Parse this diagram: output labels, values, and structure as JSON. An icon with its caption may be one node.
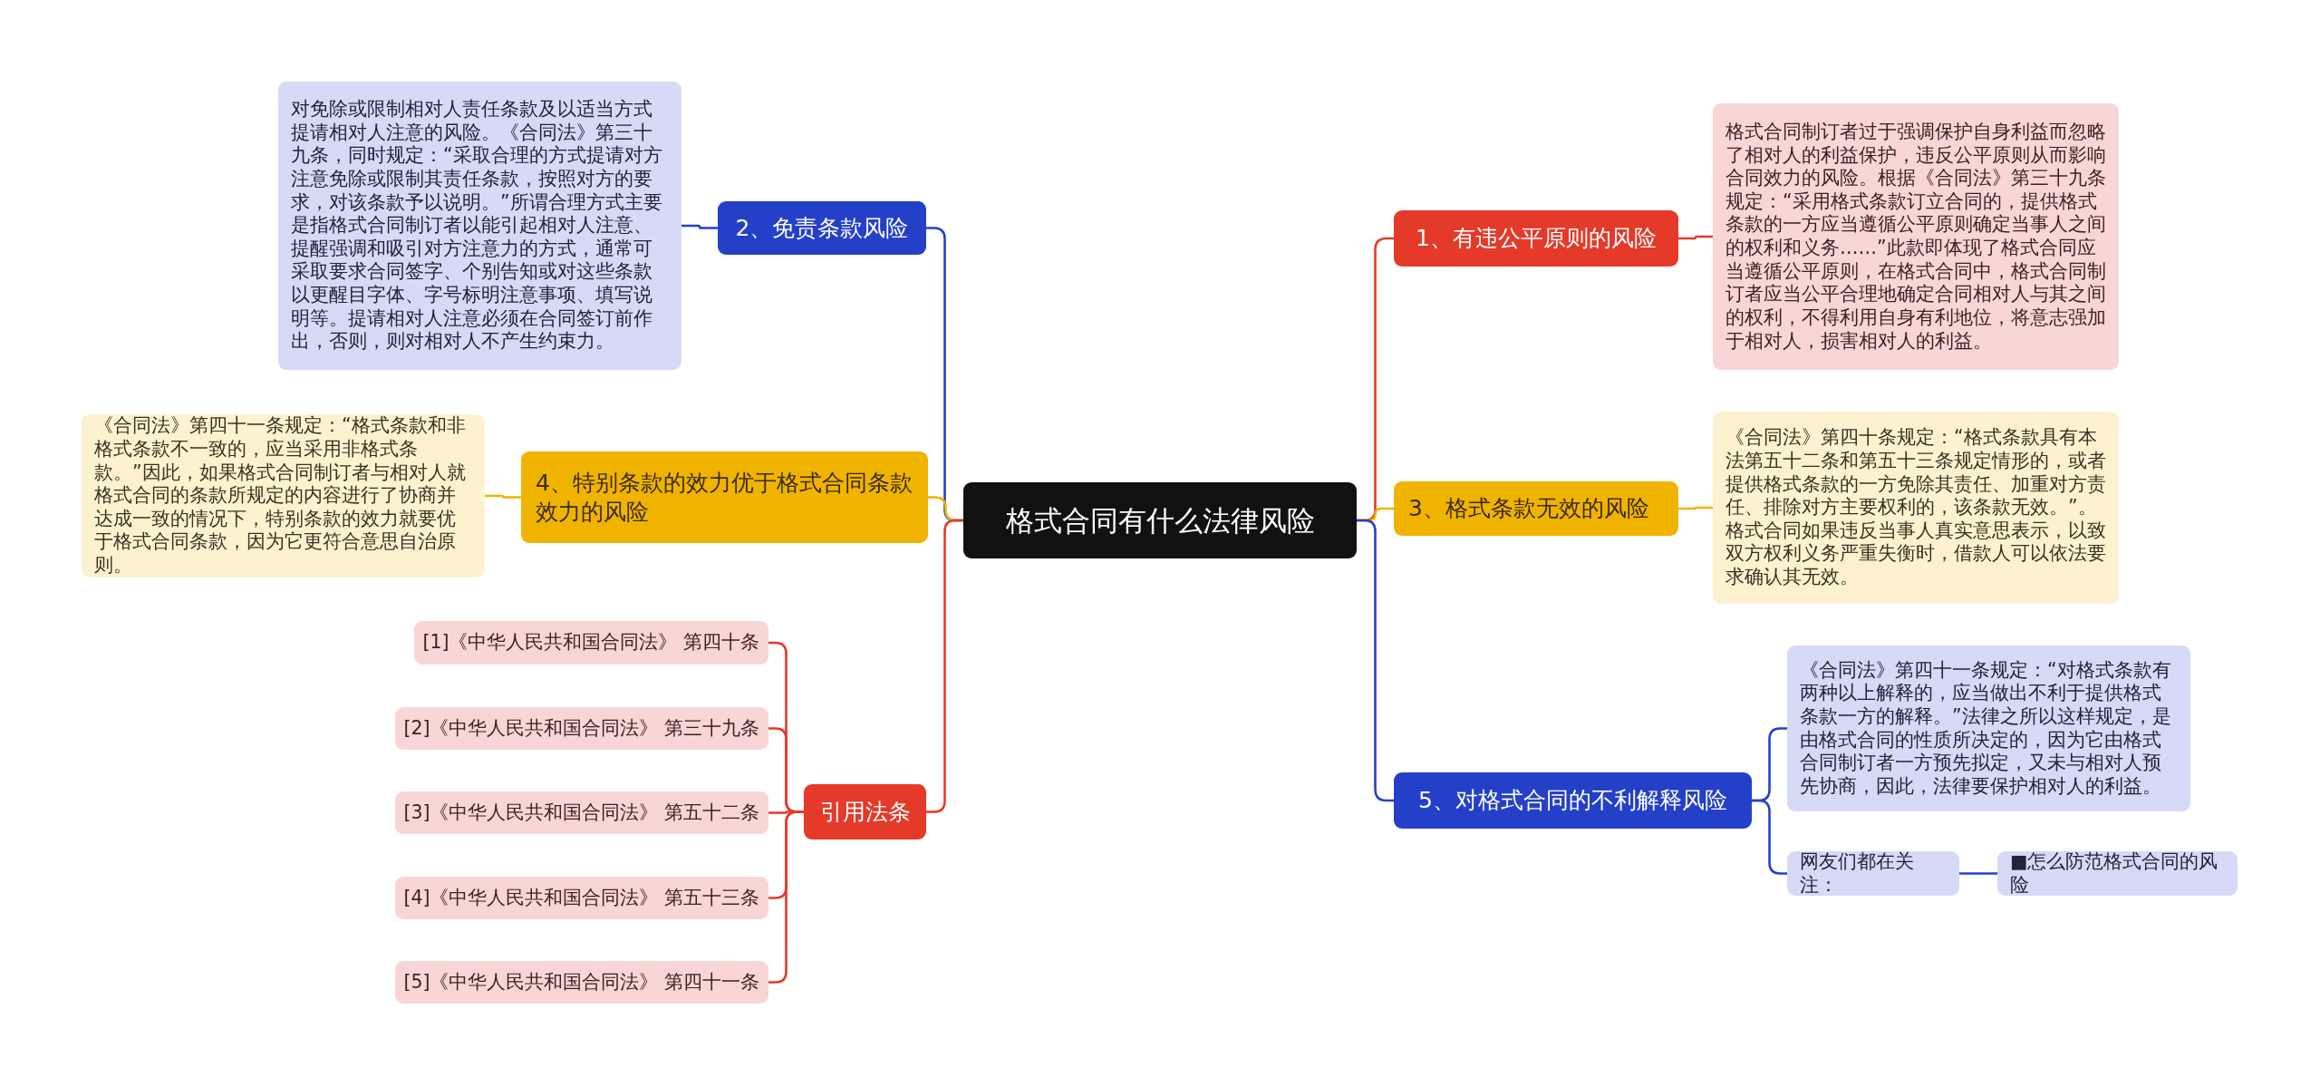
{
  "diagram": {
    "nodes": [
      {
        "text": [
          "格式合同有什么法律风险"
        ]
      },
      {
        "text": [
          "1、有违公平原则的风险"
        ]
      },
      {
        "text": [
          "格式合同制订者过于强调保护自身利益而忽略了相对人的利益保护，违反公平原则从而影响合同效力的风险。根据《合同法》第三十九条规定：“采用格式条款订立合同的，提供格式条款的一方应当遵循公平原则确定当事人之间的权利和义务……”此款即体现了格式合同应当遵循公平原则，在格式合同中，格式合同制订者应当公平合理地确定合同相对人与其之间的权利，不得利用自身有利地位，将意志强加于相对人，损害相对人的利益。"
        ]
      },
      {
        "text": [
          "3、格式条款无效的风险"
        ]
      },
      {
        "text": [
          "《合同法》第四十条规定：“格式条款具有本法第五十二条和第五十三条规定情形的，或者提供格式条款的一方免除其责任、加重对方责任、排除对方主要权利的，该条款无效。”。格式合同如果违反当事人真实意思表示，以致双方权利义务严重失衡时，借款人可以依法要求确认其无效。"
        ]
      },
      {
        "text": [
          "5、对格式合同的不利解释风险"
        ]
      },
      {
        "text": [
          "《合同法》第四十一条规定：“对格式条款有两种以上解释的，应当做出不利于提供格式条款一方的解释。”法律之所以这样规定，是由格式合同的性质所决定的，因为它由格式合同制订者一方预先拟定，又未与相对人预先协商，因此，法律要保护相对人的利益。"
        ]
      },
      {
        "text": [
          "网友们都在关注："
        ]
      },
      {
        "text": [
          "■怎么防范格式合同的风险"
        ]
      },
      {
        "text": [
          "2、免责条款风险"
        ]
      },
      {
        "text": [
          "对免除或限制相对人责任条款及以适当方式提请相对人注意的风险。《合同法》第三十九条，同时规定：“采取合理的方式提请对方注意免除或限制其责任条款，按照对方的要求，对该条款予以说明。”所谓合理方式主要是指格式合同制订者以能引起相对人注意、提醒强调和吸引对方注意力的方式，通常可采取要求合同签字、个别告知或对这些条款以更醒目字体、字号标明注意事项、填写说明等。提请相对人注意必须在合同签订前作出，否则，则对相对人不产生约束力。"
        ]
      },
      {
        "text": [
          "4、特别条款的效力优于格式合同条款效力的风险"
        ]
      },
      {
        "text": [
          "《合同法》第四十一条规定：“格式条款和非格式条款不一致的，应当采用非格式条款。”因此，如果格式合同制订者与相对人就格式合同的条款所规定的内容进行了协商并达成一致的情况下，特别条款的效力就要优于格式合同条款，因为它更符合意思自治原则。"
        ]
      },
      {
        "text": [
          "引用法条"
        ]
      },
      {
        "text": [
          "[1]《中华人民共和国合同法》 第四十条"
        ]
      },
      {
        "text": [
          "[2]《中华人民共和国合同法》 第三十九条"
        ]
      },
      {
        "text": [
          "[3]《中华人民共和国合同法》 第五十二条"
        ]
      },
      {
        "text": [
          "[4]《中华人民共和国合同法》 第五十三条"
        ]
      },
      {
        "text": [
          "[5]《中华人民共和国合同法》 第四十一条"
        ]
      }
    ],
    "edges": [
      {
        "from": 0,
        "to": 1,
        "arrow": "none"
      },
      {
        "from": 1,
        "to": 2,
        "arrow": "none"
      },
      {
        "from": 0,
        "to": 3,
        "arrow": "none",
        "color": "#f0b400"
      },
      {
        "from": 3,
        "to": 4,
        "arrow": "none",
        "color": "#f0b400"
      },
      {
        "from": 0,
        "to": 5,
        "arrow": "none",
        "color": "#2540c8"
      },
      {
        "from": 5,
        "to": 6,
        "arrow": "none",
        "color": "#2540c8"
      },
      {
        "from": 5,
        "to": 7,
        "arrow": "none",
        "color": "#2540c8"
      },
      {
        "from": 7,
        "to": 8,
        "arrow": "none",
        "color": "#2540c8"
      },
      {
        "from": 0,
        "to": 9,
        "arrow": "none",
        "color": "#2540c8"
      },
      {
        "from": 9,
        "to": 10,
        "arrow": "none",
        "color": "#2540c8"
      },
      {
        "from": 0,
        "to": 11,
        "arrow": "none",
        "color": "#f0b400"
      },
      {
        "from": 11,
        "to": 12,
        "arrow": "none",
        "color": "#f0b400"
      },
      {
        "from": 0,
        "to": 13,
        "arrow": "none"
      },
      {
        "from": 13,
        "to": 14,
        "arrow": "none"
      },
      {
        "from": 13,
        "to": 15,
        "arrow": "none"
      },
      {
        "from": 13,
        "to": 16,
        "arrow": "none"
      },
      {
        "from": 13,
        "to": 17,
        "arrow": "none"
      },
      {
        "from": 13,
        "to": 18,
        "arrow": "none"
      }
    ]
  }
}
